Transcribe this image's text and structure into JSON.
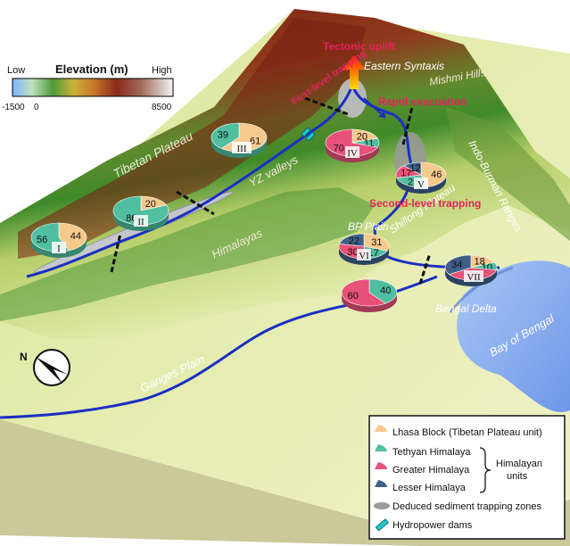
{
  "elevation_bar": {
    "title": "Elevation (m)",
    "low": "Low",
    "high": "High",
    "min": "-1500",
    "zero": "0",
    "max": "8500"
  },
  "regions": {
    "tibetan_plateau": "Tibetan Plateau",
    "yz_valleys": "YZ valleys",
    "himalayas": "Himalayas",
    "mishmi_hills": "Mishmi Hills",
    "indo_burman": "Indo-Burman Ranges",
    "shillong": "Shillong Plateau",
    "bp_plain": "BP Plain",
    "ganges_plain": "Ganges Plain",
    "bengal_delta": "Bengal Delta",
    "bay_of_bengal": "Bay of Bengal",
    "eastern_syntaxis": "Eastern Syntaxis"
  },
  "annotations": {
    "tectonic_uplift": "Tectonic uplift",
    "first_level": "First-level trapping",
    "rapid_evacuation": "Rapid evacuation",
    "second_level": "Second-level trapping"
  },
  "north": "N",
  "pies": [
    {
      "id": "I",
      "values": [
        {
          "unit": "lhasa",
          "v": 44
        },
        {
          "unit": "tethyan",
          "v": 56
        }
      ]
    },
    {
      "id": "II",
      "values": [
        {
          "unit": "lhasa",
          "v": 20
        },
        {
          "unit": "tethyan",
          "v": 86
        }
      ]
    },
    {
      "id": "III",
      "values": [
        {
          "unit": "lhasa",
          "v": 61
        },
        {
          "unit": "tethyan",
          "v": 39
        }
      ]
    },
    {
      "id": "IV",
      "values": [
        {
          "unit": "lhasa",
          "v": 20
        },
        {
          "unit": "tethyan",
          "v": 11
        },
        {
          "unit": "greater",
          "v": 70
        }
      ]
    },
    {
      "id": "V",
      "values": [
        {
          "unit": "lhasa",
          "v": 46
        },
        {
          "unit": "tethyan",
          "v": 25
        },
        {
          "unit": "greater",
          "v": 17
        },
        {
          "unit": "lesser",
          "v": 12
        }
      ]
    },
    {
      "id": "VI",
      "values": [
        {
          "unit": "lhasa",
          "v": 31
        },
        {
          "unit": "tethyan",
          "v": 17
        },
        {
          "unit": "greater",
          "v": 30
        },
        {
          "unit": "lesser",
          "v": 22
        }
      ]
    },
    {
      "id": "",
      "values": [
        {
          "unit": "tethyan",
          "v": 40
        },
        {
          "unit": "greater",
          "v": 60
        }
      ]
    },
    {
      "id": "VII",
      "values": [
        {
          "unit": "lhasa",
          "v": 18
        },
        {
          "unit": "tethyan",
          "v": 10
        },
        {
          "unit": "greater",
          "v": 38
        },
        {
          "unit": "lesser",
          "v": 34
        }
      ]
    }
  ],
  "colors": {
    "lhasa": "#f6c98d",
    "tethyan": "#4fbfa0",
    "greater": "#e8527a",
    "lesser": "#3f5f8a",
    "river": "#1a2fc2",
    "trap": "#9a9a9a",
    "dam": "#1fc9cf"
  },
  "legend": {
    "lhasa": "Lhasa Block (Tibetan Plateau unit)",
    "tethyan": "Tethyan Himalaya",
    "greater": "Greater Himalaya",
    "lesser": "Lesser Himalaya",
    "group_line1": "Himalayan",
    "group_line2": "units",
    "trap": "Deduced sediment trapping zones",
    "dam": "Hydropower dams"
  }
}
